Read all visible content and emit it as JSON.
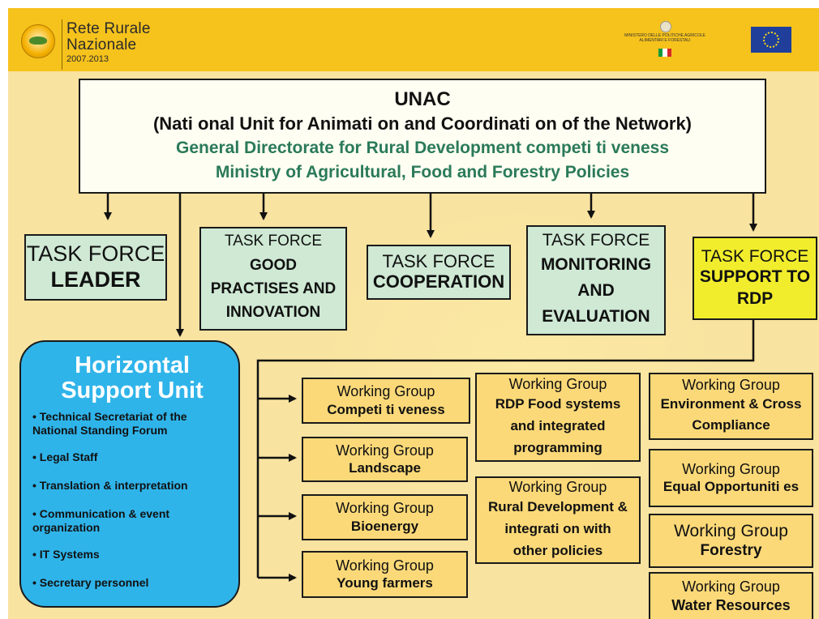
{
  "header": {
    "brand_line1": "Rete Rurale",
    "brand_line2": "Nazionale",
    "brand_years": "2007.2013",
    "ministry_text": "MINISTERO DELLE POLITICHE AGRICOLE ALIMENTARI E FORESTALI"
  },
  "unac": {
    "title": "UNAC",
    "subtitle": "(Nati onal Unit for Animati on and Coordinati on of the Network)",
    "line3": "General Directorate for Rural Development competi ti veness",
    "line4": "Ministry of Agricultural, Food and Forestry Policies"
  },
  "task_forces": {
    "leader": {
      "label": "TASK FORCE",
      "name": "LEADER"
    },
    "good": {
      "label": "TASK FORCE",
      "name_l1": "GOOD",
      "name_l2": "PRACTISES AND",
      "name_l3": "INNOVATION"
    },
    "coop": {
      "label": "TASK FORCE",
      "name": "COOPERATION"
    },
    "monitoring": {
      "label": "TASK FORCE",
      "name_l1": "MONITORING",
      "name_l2": "AND",
      "name_l3": "EVALUATION"
    },
    "rdp": {
      "label": "TASK FORCE",
      "name_l1": "SUPPORT TO",
      "name_l2": "RDP"
    }
  },
  "horizontal_unit": {
    "title_l1": "Horizontal",
    "title_l2": "Support Unit",
    "items": [
      "• Technical Secretariat of the National Standing Forum",
      "• Legal Staff",
      "• Translation & interpretation",
      "• Communication & event organization",
      "• IT Systems",
      "• Secretary personnel"
    ]
  },
  "working_groups": {
    "label": "Working Group",
    "competitiveness": "Competi ti veness",
    "landscape": "Landscape",
    "bioenergy": "Bioenergy",
    "young_farmers": "Young farmers",
    "rdp_food_l1": "RDP Food systems",
    "rdp_food_l2": "and integrated",
    "rdp_food_l3": "programming",
    "rural_l1": "Rural Development &",
    "rural_l2": "integrati on with",
    "rural_l3": "other policies",
    "environment_l1": "Environment & Cross",
    "environment_l2": "Compliance",
    "equal": "Equal Opportuniti es",
    "forestry": "Forestry",
    "water": "Water Resources"
  },
  "colors": {
    "header": "#f6c21c",
    "background": "#f9e3a0",
    "task_force": "#cfe9d4",
    "task_force_rdp": "#f1ed2c",
    "horizontal_unit": "#2fb4ea",
    "working_group": "#fcd978",
    "unac_green_text": "#2a7a5a"
  }
}
